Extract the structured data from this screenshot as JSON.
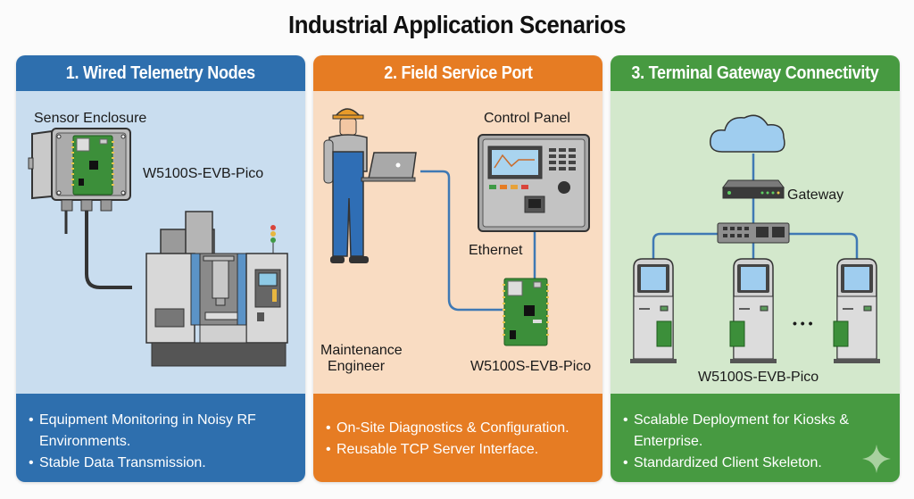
{
  "title": "Industrial Application Scenarios",
  "panels": [
    {
      "header": "1. Wired Telemetry Nodes",
      "labels": {
        "enclosure": "Sensor Enclosure",
        "board": "W5100S-EVB-Pico"
      },
      "bullets": [
        "Equipment Monitoring in Noisy RF Environments.",
        "Stable Data Transmission."
      ],
      "colors": {
        "header": "#2e6fae",
        "body": "#c9ddef"
      }
    },
    {
      "header": "2. Field Service Port",
      "labels": {
        "control_panel": "Control Panel",
        "ethernet": "Ethernet",
        "engineer_line1": "Maintenance",
        "engineer_line2": "Engineer",
        "board": "W5100S-EVB-Pico"
      },
      "bullets": [
        "On-Site Diagnostics & Configuration.",
        "Reusable TCP Server Interface."
      ],
      "colors": {
        "header": "#e67c23",
        "body": "#f9dcc2"
      }
    },
    {
      "header": "3. Terminal Gateway Connectivity",
      "labels": {
        "gateway": "Gateway",
        "ellipsis": "• • •",
        "board": "W5100S-EVB-Pico"
      },
      "bullets": [
        "Scalable Deployment for Kiosks & Enterprise.",
        "Standardized Client Skeleton."
      ],
      "colors": {
        "header": "#479a41",
        "body": "#d3e8cc"
      }
    }
  ]
}
